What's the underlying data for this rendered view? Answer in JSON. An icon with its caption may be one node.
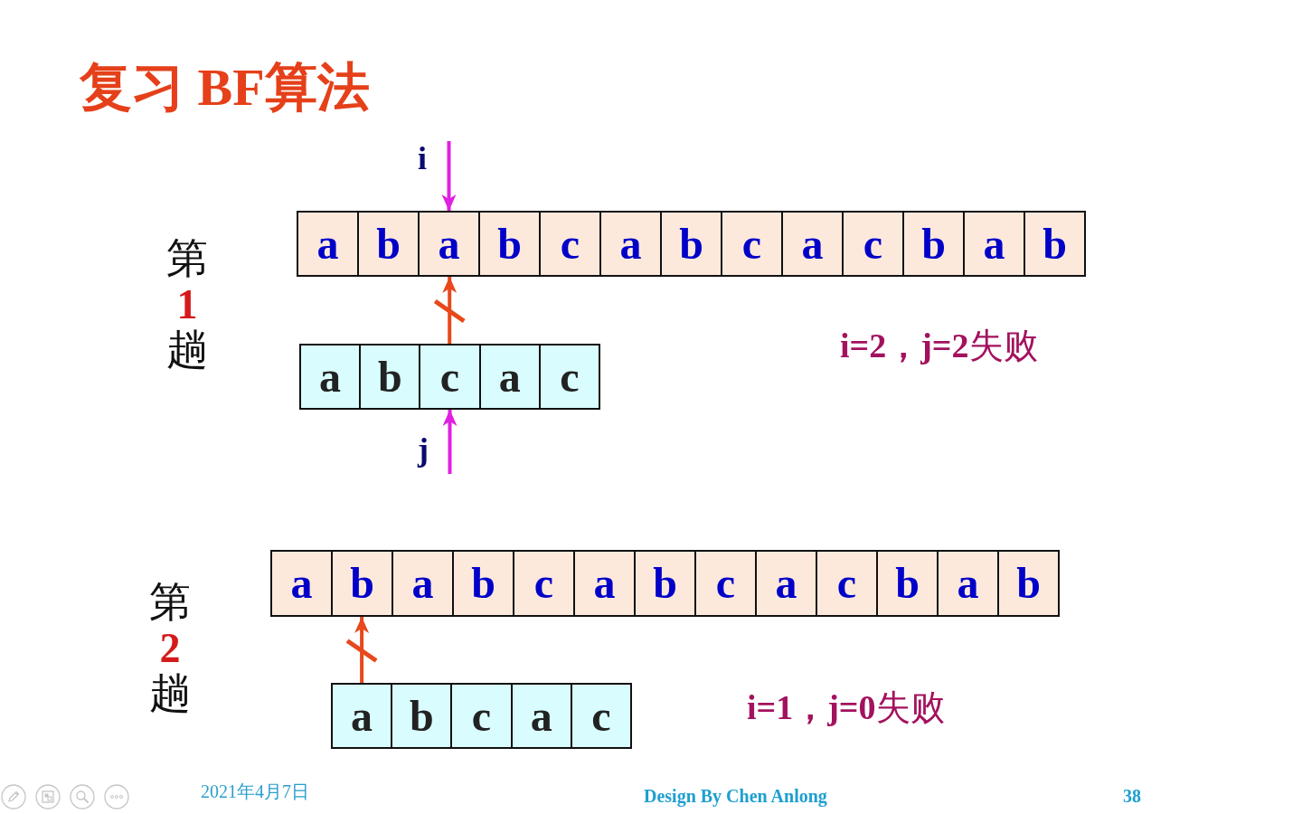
{
  "diagram": {
    "title": "复习 BF算法",
    "nodes": [
      {
        "text": [
          "i"
        ]
      },
      {
        "text": [
          "a"
        ]
      },
      {
        "text": [
          "b"
        ]
      },
      {
        "text": [
          "a"
        ]
      },
      {
        "text": [
          "b"
        ]
      },
      {
        "text": [
          "c"
        ]
      },
      {
        "text": [
          "a"
        ]
      },
      {
        "text": [
          "b"
        ]
      },
      {
        "text": [
          "c"
        ]
      },
      {
        "text": [
          "a"
        ]
      },
      {
        "text": [
          "c"
        ]
      },
      {
        "text": [
          "b"
        ]
      },
      {
        "text": [
          "a"
        ]
      },
      {
        "text": [
          "b"
        ]
      },
      {
        "text": [
          "a"
        ]
      },
      {
        "text": [
          "b"
        ]
      },
      {
        "text": [
          "c"
        ]
      },
      {
        "text": [
          "a"
        ]
      },
      {
        "text": [
          "c"
        ]
      },
      {
        "text": [
          "j"
        ]
      },
      {
        "text": [
          "a"
        ]
      },
      {
        "text": [
          "b"
        ]
      },
      {
        "text": [
          "a"
        ]
      },
      {
        "text": [
          "b"
        ]
      },
      {
        "text": [
          "c"
        ]
      },
      {
        "text": [
          "a"
        ]
      },
      {
        "text": [
          "b"
        ]
      },
      {
        "text": [
          "c"
        ]
      },
      {
        "text": [
          "a"
        ]
      },
      {
        "text": [
          "c"
        ]
      },
      {
        "text": [
          "b"
        ]
      },
      {
        "text": [
          "a"
        ]
      },
      {
        "text": [
          "b"
        ]
      },
      {
        "text": [
          "a"
        ]
      },
      {
        "text": [
          "b"
        ]
      },
      {
        "text": [
          "c"
        ]
      },
      {
        "text": [
          "a"
        ]
      },
      {
        "text": [
          "c"
        ]
      }
    ],
    "edges": [
      {
        "from": 0,
        "to": 3,
        "arrow": "to",
        "color": "#e020e0"
      },
      {
        "from": 16,
        "to": 3,
        "arrow": "to",
        "color": "#e8481c"
      },
      {
        "from": 19,
        "to": 16,
        "arrow": "to",
        "color": "#e020e0"
      },
      {
        "from": 33,
        "to": 21,
        "arrow": "to",
        "color": "#e8481c"
      }
    ],
    "labels": [
      "第1趟",
      "**i=2，j=2**失败",
      "第2趟",
      "**i=1，j=0**失败",
      "2021年4月7日",
      "Design By Chen Anlong",
      "38"
    ]
  }
}
